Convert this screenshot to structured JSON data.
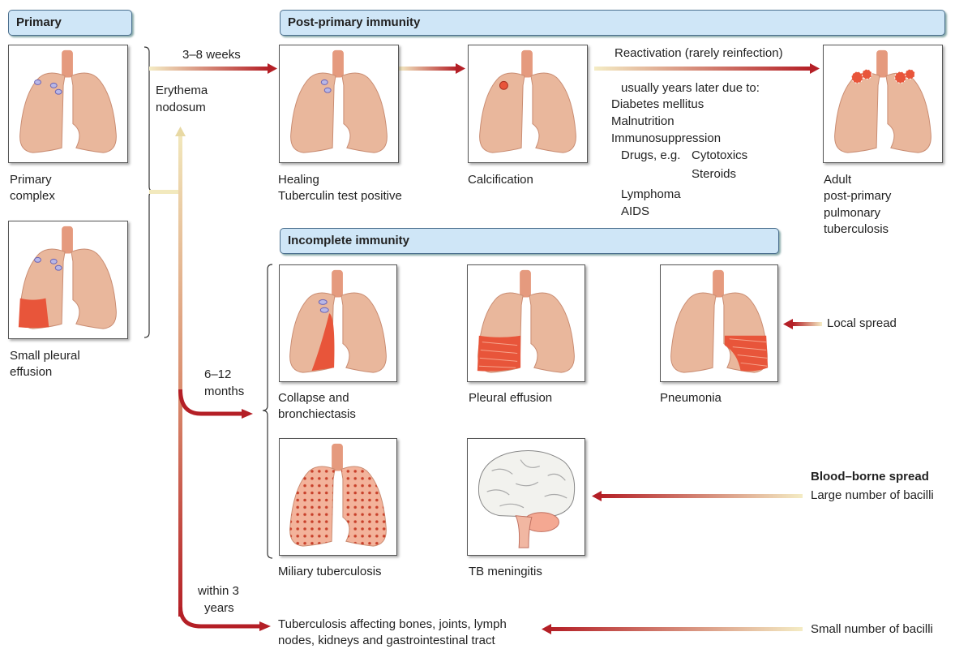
{
  "headers": {
    "primary": "Primary",
    "post_primary": "Post-primary immunity",
    "incomplete": "Incomplete immunity"
  },
  "timing": {
    "weeks": "3–8 weeks",
    "months_1": "6–12",
    "months_2": "months",
    "years_1": "within 3",
    "years_2": "years"
  },
  "primary": {
    "complex_1": "Primary",
    "complex_2": "complex",
    "erythema_1": "Erythema",
    "erythema_2": "nodosum",
    "pleural_1": "Small pleural",
    "pleural_2": "effusion"
  },
  "post": {
    "healing_1": "Healing",
    "healing_2": "Tuberculin test positive",
    "calcification": "Calcification",
    "reactivation": "Reactivation (rarely reinfection)",
    "due_to": "usually years later due to:",
    "diabetes": "Diabetes mellitus",
    "malnutrition": "Malnutrition",
    "immuno": "Immunosuppression",
    "drugs": "Drugs, e.g.",
    "cytotoxics": "Cytotoxics",
    "steroids": "Steroids",
    "lymphoma": "Lymphoma",
    "aids": "AIDS",
    "adult_1": "Adult",
    "adult_2": "post-primary",
    "adult_3": "pulmonary",
    "adult_4": "tuberculosis"
  },
  "incomplete": {
    "collapse_1": "Collapse and",
    "collapse_2": "bronchiectasis",
    "pleural": "Pleural effusion",
    "pneumonia": "Pneumonia",
    "local_spread": "Local spread",
    "miliary": "Miliary tuberculosis",
    "meningitis": "TB meningitis",
    "blood_spread": "Blood–borne spread",
    "large_bacilli": "Large number of bacilli",
    "small_bacilli": "Small number of bacilli",
    "bones_1": "Tuberculosis affecting bones, joints, lymph",
    "bones_2": "nodes, kidneys and gastrointestinal tract"
  },
  "colors": {
    "header_fill": "#cfe6f7",
    "arrow_dark": "#b8242a",
    "arrow_light": "#f2e9bd",
    "lung": "#e9b79c",
    "lesion": "#e8553a"
  }
}
